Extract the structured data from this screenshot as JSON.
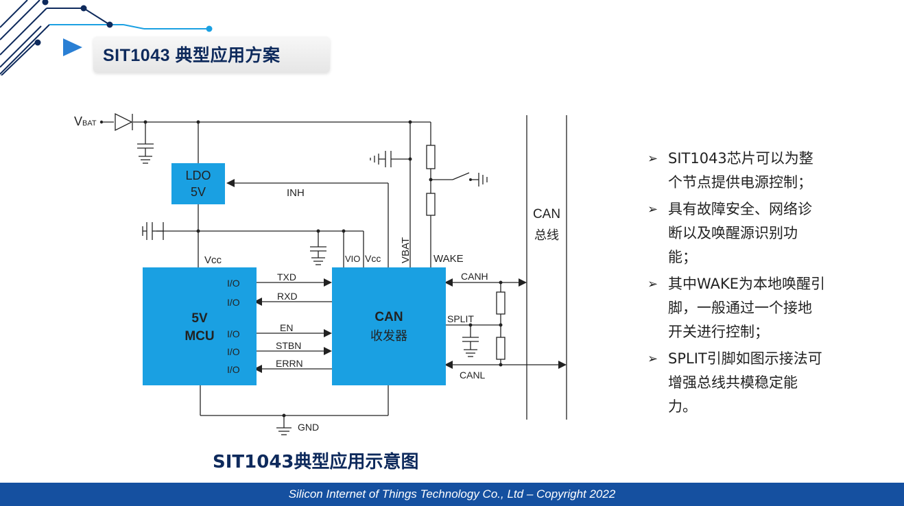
{
  "header": {
    "title": "SIT1043 典型应用方案"
  },
  "diagram": {
    "vbat_prefix": "V",
    "vbat_sub": "BAT",
    "ldo_line1": "LDO",
    "ldo_line2": "5V",
    "inh": "INH",
    "vcc_mcu": "Vcc",
    "vio": "VIO",
    "vcc_can": "Vcc",
    "vbat_pin": "VBAT",
    "wake": "WAKE",
    "mcu_line1": "5V",
    "mcu_line2": "MCU",
    "io_labels": [
      "I/O",
      "I/O",
      "I/O",
      "I/O",
      "I/O"
    ],
    "txd": "TXD",
    "rxd": "RXD",
    "en": "EN",
    "stbn": "STBN",
    "errn": "ERRN",
    "can_line1": "CAN",
    "can_line2": "收发器",
    "canh": "CANH",
    "split": "SPLIT",
    "canl": "CANL",
    "bus_line1": "CAN",
    "bus_line2": "总线",
    "gnd": "GND",
    "block_color": "#1aa0e2"
  },
  "bullets": [
    "SIT1043芯片可以为整个节点提供电源控制；",
    "具有故障安全、网络诊断以及唤醒源识别功能；",
    "其中WAKE为本地唤醒引脚，一般通过一个接地开关进行控制；",
    "SPLIT引脚如图示接法可增强总线共模稳定能力。"
  ],
  "caption": "SIT1043典型应用示意图",
  "footer": {
    "text": "Silicon Internet of Things Technology Co., Ltd  –  Copyright 2022"
  }
}
